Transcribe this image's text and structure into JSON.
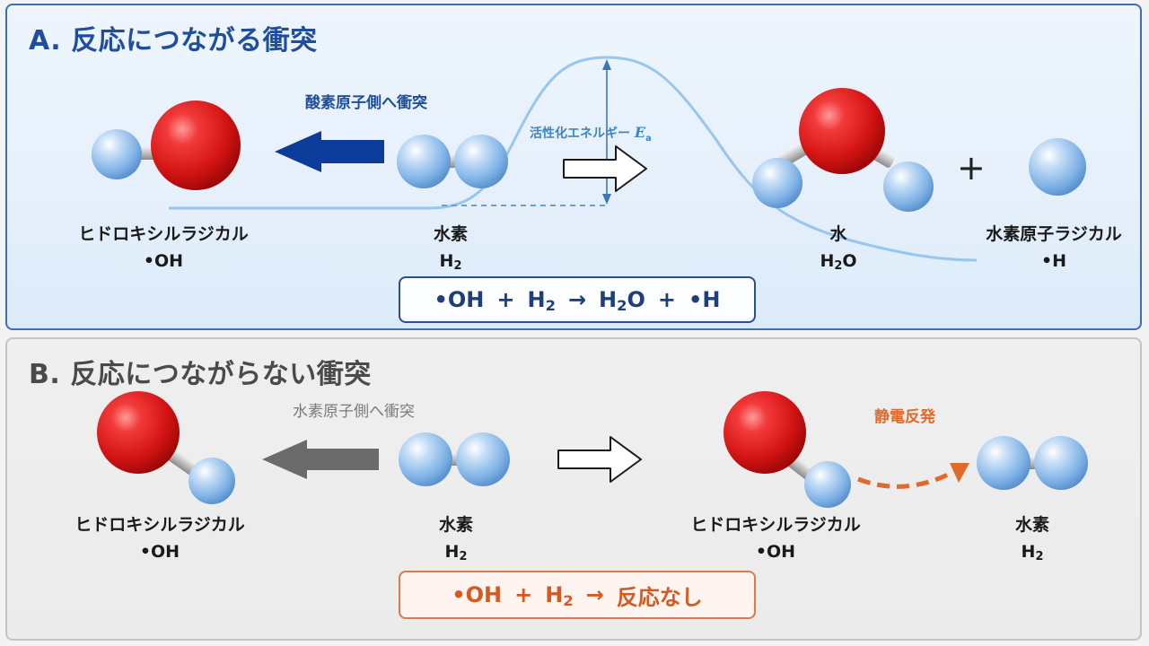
{
  "panel_a": {
    "title": "A. 反応につながる衝突",
    "collision_note": "酸素原子側へ衝突",
    "energy_label_prefix": "活性化エネルギー",
    "energy_symbol": "E",
    "energy_subscript": "a",
    "hydroxyl": {
      "name": "ヒドロキシルラジカル",
      "formula": "•OH"
    },
    "hydrogen": {
      "name": "水素",
      "formula_main": "H",
      "formula_sub": "2"
    },
    "water": {
      "name": "水",
      "formula_main": "H",
      "formula_sub": "2",
      "formula_tail": "O"
    },
    "h_radical": {
      "name": "水素原子ラジカル",
      "formula": "•H"
    },
    "plus": "+",
    "equation": {
      "t1": "•OH",
      "op1": "+",
      "t2_main": "H",
      "t2_sub": "2",
      "arrow": "→",
      "t3_main": "H",
      "t3_sub": "2",
      "t3_tail": "O",
      "op2": "+",
      "t4": "•H"
    },
    "colors": {
      "accent": "#1f4f9c",
      "arrow": "#0c3b9a",
      "curve": "#8ec2ea"
    }
  },
  "panel_b": {
    "title": "B. 反応につながらない衝突",
    "collision_note": "水素原子側へ衝突",
    "repulsion_note": "静電反発",
    "hydroxyl_left": {
      "name": "ヒドロキシルラジカル",
      "formula": "•OH"
    },
    "hydrogen_left": {
      "name": "水素",
      "formula_main": "H",
      "formula_sub": "2"
    },
    "hydroxyl_right": {
      "name": "ヒドロキシルラジカル",
      "formula": "•OH"
    },
    "hydrogen_right": {
      "name": "水素",
      "formula_main": "H",
      "formula_sub": "2"
    },
    "equation": {
      "t1": "•OH",
      "op1": "+",
      "t2_main": "H",
      "t2_sub": "2",
      "arrow": "→",
      "result": "反応なし"
    },
    "colors": {
      "accent": "#4a4a4a",
      "arrow": "#6b6b6b",
      "repulsion": "#e06a2c"
    }
  }
}
